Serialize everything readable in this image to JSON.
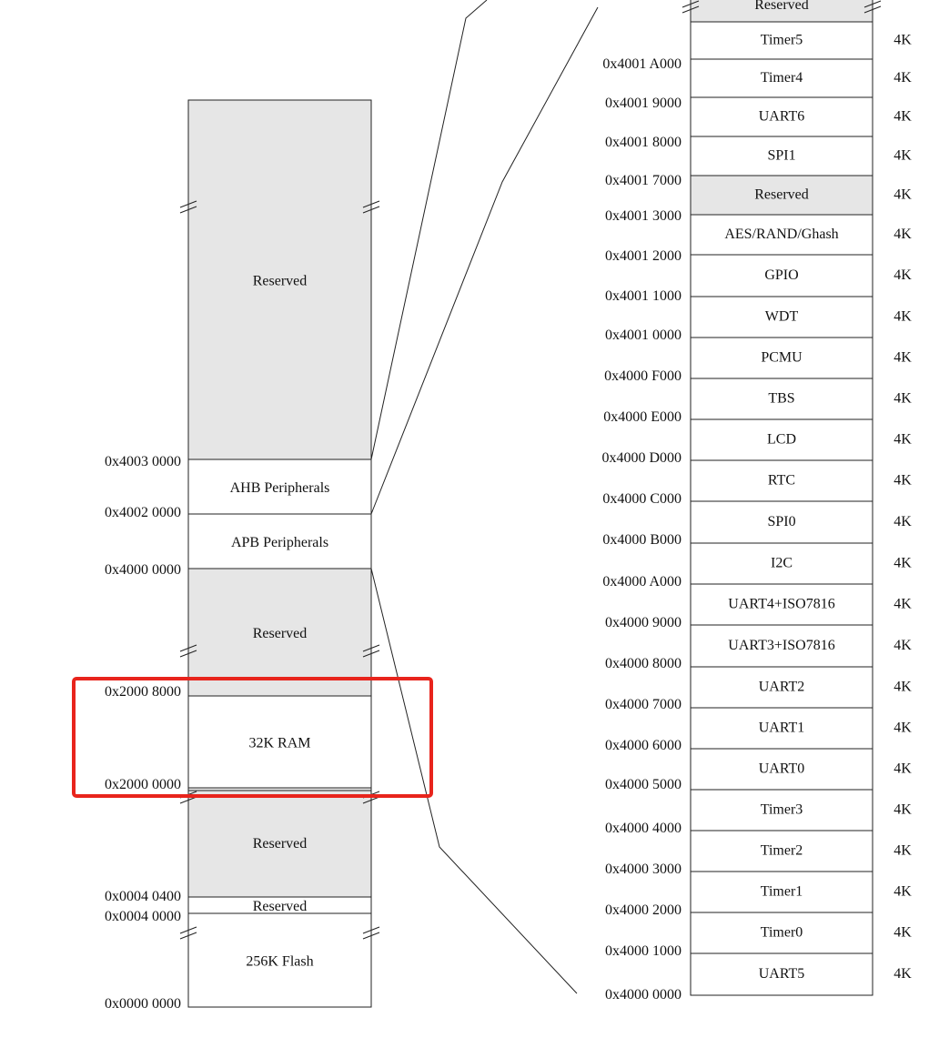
{
  "main_map": {
    "blocks": [
      {
        "label": "Reserved",
        "shaded": true
      },
      {
        "label": "AHB Peripherals",
        "shaded": false
      },
      {
        "label": "APB Peripherals",
        "shaded": false
      },
      {
        "label": "Reserved",
        "shaded": true
      },
      {
        "label": "32K RAM",
        "shaded": false
      },
      {
        "label": "Reserved",
        "shaded": true
      },
      {
        "label": "Reserved",
        "shaded": false
      },
      {
        "label": "256K Flash",
        "shaded": false
      }
    ],
    "addresses": [
      "0x4003 0000",
      "0x4002 0000",
      "0x4000 0000",
      "0x2000 8000",
      "0x2000 0000",
      "0x0004 0400",
      "0x0004 0000",
      "0x0000 0000"
    ]
  },
  "detail_map": {
    "blocks": [
      {
        "label": "Reserved",
        "size": "",
        "shaded": true
      },
      {
        "label": "Timer5",
        "size": "4K",
        "shaded": false
      },
      {
        "label": "Timer4",
        "size": "4K",
        "shaded": false
      },
      {
        "label": "UART6",
        "size": "4K",
        "shaded": false
      },
      {
        "label": "SPI1",
        "size": "4K",
        "shaded": false
      },
      {
        "label": "Reserved",
        "size": "4K",
        "shaded": true
      },
      {
        "label": "AES/RAND/Ghash",
        "size": "4K",
        "shaded": false
      },
      {
        "label": "GPIO",
        "size": "4K",
        "shaded": false
      },
      {
        "label": "WDT",
        "size": "4K",
        "shaded": false
      },
      {
        "label": "PCMU",
        "size": "4K",
        "shaded": false
      },
      {
        "label": "TBS",
        "size": "4K",
        "shaded": false
      },
      {
        "label": "LCD",
        "size": "4K",
        "shaded": false
      },
      {
        "label": "RTC",
        "size": "4K",
        "shaded": false
      },
      {
        "label": "SPI0",
        "size": "4K",
        "shaded": false
      },
      {
        "label": "I2C",
        "size": "4K",
        "shaded": false
      },
      {
        "label": "UART4+ISO7816",
        "size": "4K",
        "shaded": false
      },
      {
        "label": "UART3+ISO7816",
        "size": "4K",
        "shaded": false
      },
      {
        "label": "UART2",
        "size": "4K",
        "shaded": false
      },
      {
        "label": "UART1",
        "size": "4K",
        "shaded": false
      },
      {
        "label": "UART0",
        "size": "4K",
        "shaded": false
      },
      {
        "label": "Timer3",
        "size": "4K",
        "shaded": false
      },
      {
        "label": "Timer2",
        "size": "4K",
        "shaded": false
      },
      {
        "label": "Timer1",
        "size": "4K",
        "shaded": false
      },
      {
        "label": "Timer0",
        "size": "4K",
        "shaded": false
      },
      {
        "label": "UART5",
        "size": "4K",
        "shaded": false
      }
    ],
    "addresses": [
      "0x4001 A000",
      "0x4001 9000",
      "0x4001 8000",
      "0x4001 7000",
      "0x4001 3000",
      "0x4001 2000",
      "0x4001 1000",
      "0x4001 0000",
      "0x4000 F000",
      "0x4000 E000",
      "0x4000 D000",
      "0x4000 C000",
      "0x4000 B000",
      "0x4000 A000",
      "0x4000 9000",
      "0x4000 8000",
      "0x4000 7000",
      "0x4000 6000",
      "0x4000 5000",
      "0x4000 4000",
      "0x4000 3000",
      "0x4000 2000",
      "0x4000 1000",
      "0x4000 0000"
    ]
  },
  "colors": {
    "shade": "#e6e6e6",
    "line": "#222222",
    "highlight": "#e8241c"
  }
}
